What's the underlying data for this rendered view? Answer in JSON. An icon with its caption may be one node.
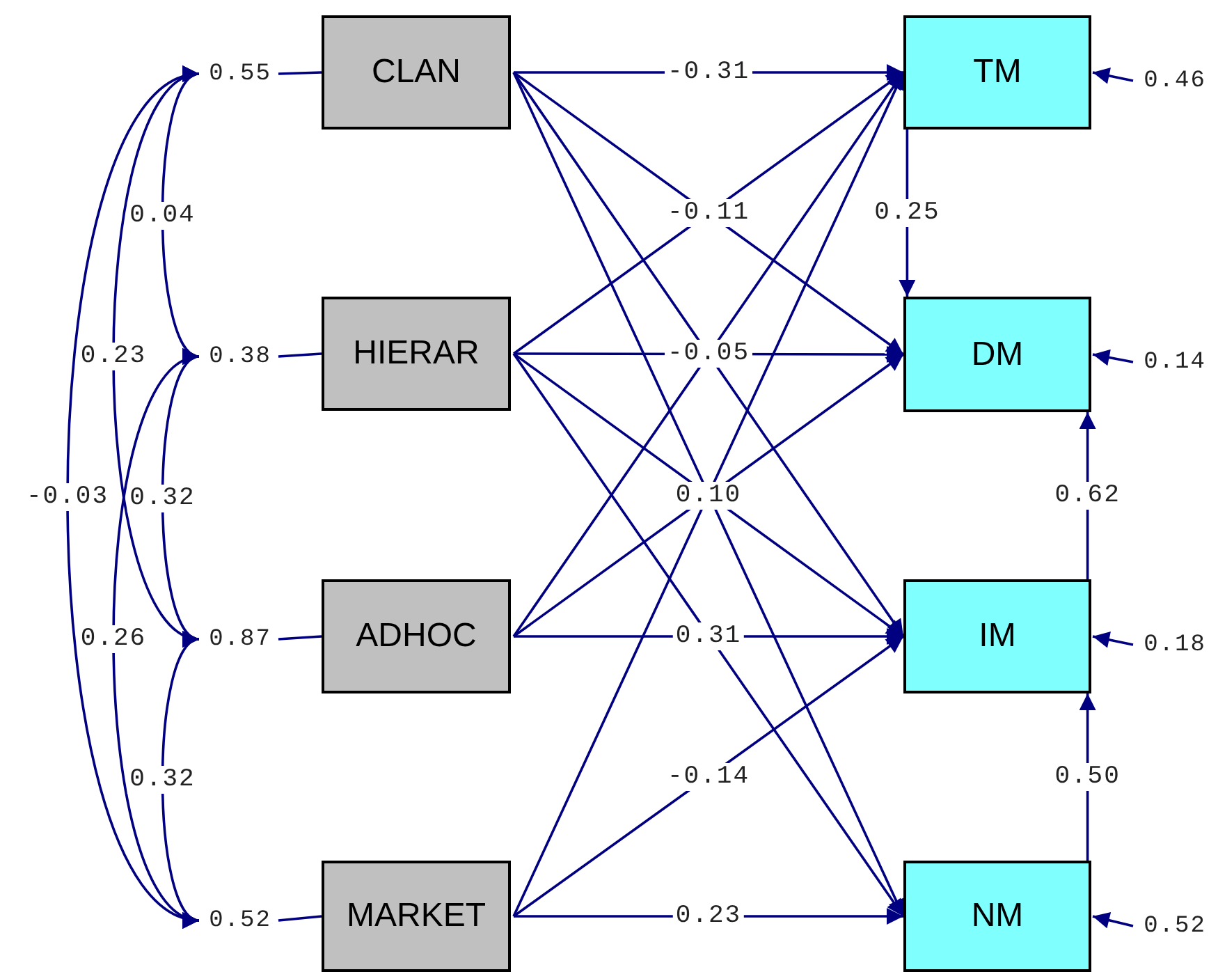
{
  "diagram": {
    "nodes": [
      {
        "text": [
          "CLAN"
        ]
      },
      {
        "text": [
          "HIERAR"
        ]
      },
      {
        "text": [
          "ADHOC"
        ]
      },
      {
        "text": [
          "MARKET"
        ]
      },
      {
        "text": [
          "TM"
        ]
      },
      {
        "text": [
          "DM"
        ]
      },
      {
        "text": [
          "IM"
        ]
      },
      {
        "text": [
          "NM"
        ]
      },
      {
        "text": [
          "0.55"
        ]
      },
      {
        "text": [
          "0.38"
        ]
      },
      {
        "text": [
          "0.87"
        ]
      },
      {
        "text": [
          "0.52"
        ]
      },
      {
        "text": [
          "0.46"
        ]
      },
      {
        "text": [
          "0.14"
        ]
      },
      {
        "text": [
          "0.18"
        ]
      },
      {
        "text": [
          "0.52"
        ]
      }
    ],
    "edges": [
      {
        "from": 0,
        "to": 4,
        "arrow": "to",
        "label": "-0.31"
      },
      {
        "from": 0,
        "to": 5,
        "arrow": "to",
        "label": "-0.11"
      },
      {
        "from": 0,
        "to": 6,
        "arrow": "to"
      },
      {
        "from": 0,
        "to": 7,
        "arrow": "to"
      },
      {
        "from": 1,
        "to": 4,
        "arrow": "to"
      },
      {
        "from": 1,
        "to": 5,
        "arrow": "to",
        "label": "-0.05"
      },
      {
        "from": 1,
        "to": 6,
        "arrow": "to"
      },
      {
        "from": 1,
        "to": 7,
        "arrow": "to"
      },
      {
        "from": 2,
        "to": 4,
        "arrow": "to"
      },
      {
        "from": 2,
        "to": 5,
        "arrow": "to",
        "label": "0.10"
      },
      {
        "from": 2,
        "to": 6,
        "arrow": "to",
        "label": "0.31"
      },
      {
        "from": 3,
        "to": 4,
        "arrow": "to"
      },
      {
        "from": 3,
        "to": 6,
        "arrow": "to",
        "label": "-0.14"
      },
      {
        "from": 3,
        "to": 7,
        "arrow": "to",
        "label": "0.23"
      },
      {
        "from": 4,
        "to": 5,
        "arrow": "to",
        "label": "0.25"
      },
      {
        "from": 6,
        "to": 5,
        "arrow": "to",
        "label": "0.62"
      },
      {
        "from": 7,
        "to": 6,
        "arrow": "to",
        "label": "0.50"
      },
      {
        "from": 8,
        "to": 0,
        "arrow": "none"
      },
      {
        "from": 9,
        "to": 1,
        "arrow": "none"
      },
      {
        "from": 10,
        "to": 2,
        "arrow": "none"
      },
      {
        "from": 11,
        "to": 3,
        "arrow": "none"
      },
      {
        "from": 12,
        "to": 4,
        "arrow": "to"
      },
      {
        "from": 13,
        "to": 5,
        "arrow": "to"
      },
      {
        "from": 14,
        "to": 6,
        "arrow": "to"
      },
      {
        "from": 15,
        "to": 7,
        "arrow": "to"
      },
      {
        "from": 8,
        "to": 9,
        "arrow": "both",
        "label": "0.04"
      },
      {
        "from": 8,
        "to": 10,
        "arrow": "both",
        "label": "0.23"
      },
      {
        "from": 8,
        "to": 11,
        "arrow": "both",
        "label": "-0.03"
      },
      {
        "from": 9,
        "to": 10,
        "arrow": "both",
        "label": "0.32"
      },
      {
        "from": 9,
        "to": 11,
        "arrow": "both",
        "label": "0.26"
      },
      {
        "from": 10,
        "to": 11,
        "arrow": "both",
        "label": "0.32"
      }
    ]
  }
}
